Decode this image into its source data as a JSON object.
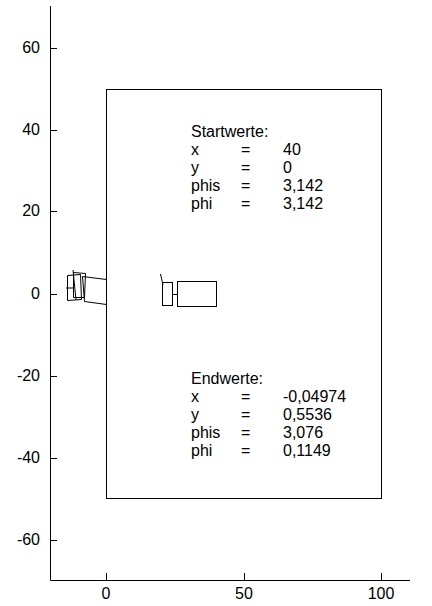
{
  "diagram": {
    "nodes": [
      {
        "text": [
          "Startwerte:",
          "x",
          "=",
          "40",
          "y",
          "=",
          "0",
          "phis",
          "=",
          "3,142",
          "phi",
          "=",
          "3,142",
          "Endwerte:",
          "x",
          "=",
          "-0,04974",
          "y",
          "=",
          "0,5536",
          "phis",
          "=",
          "3,076",
          "phi",
          "=",
          "0,1149"
        ]
      }
    ],
    "labels": [
      "60",
      "40",
      "20",
      "0",
      "-20",
      "-40",
      "-60",
      "0",
      "50",
      "100"
    ]
  }
}
